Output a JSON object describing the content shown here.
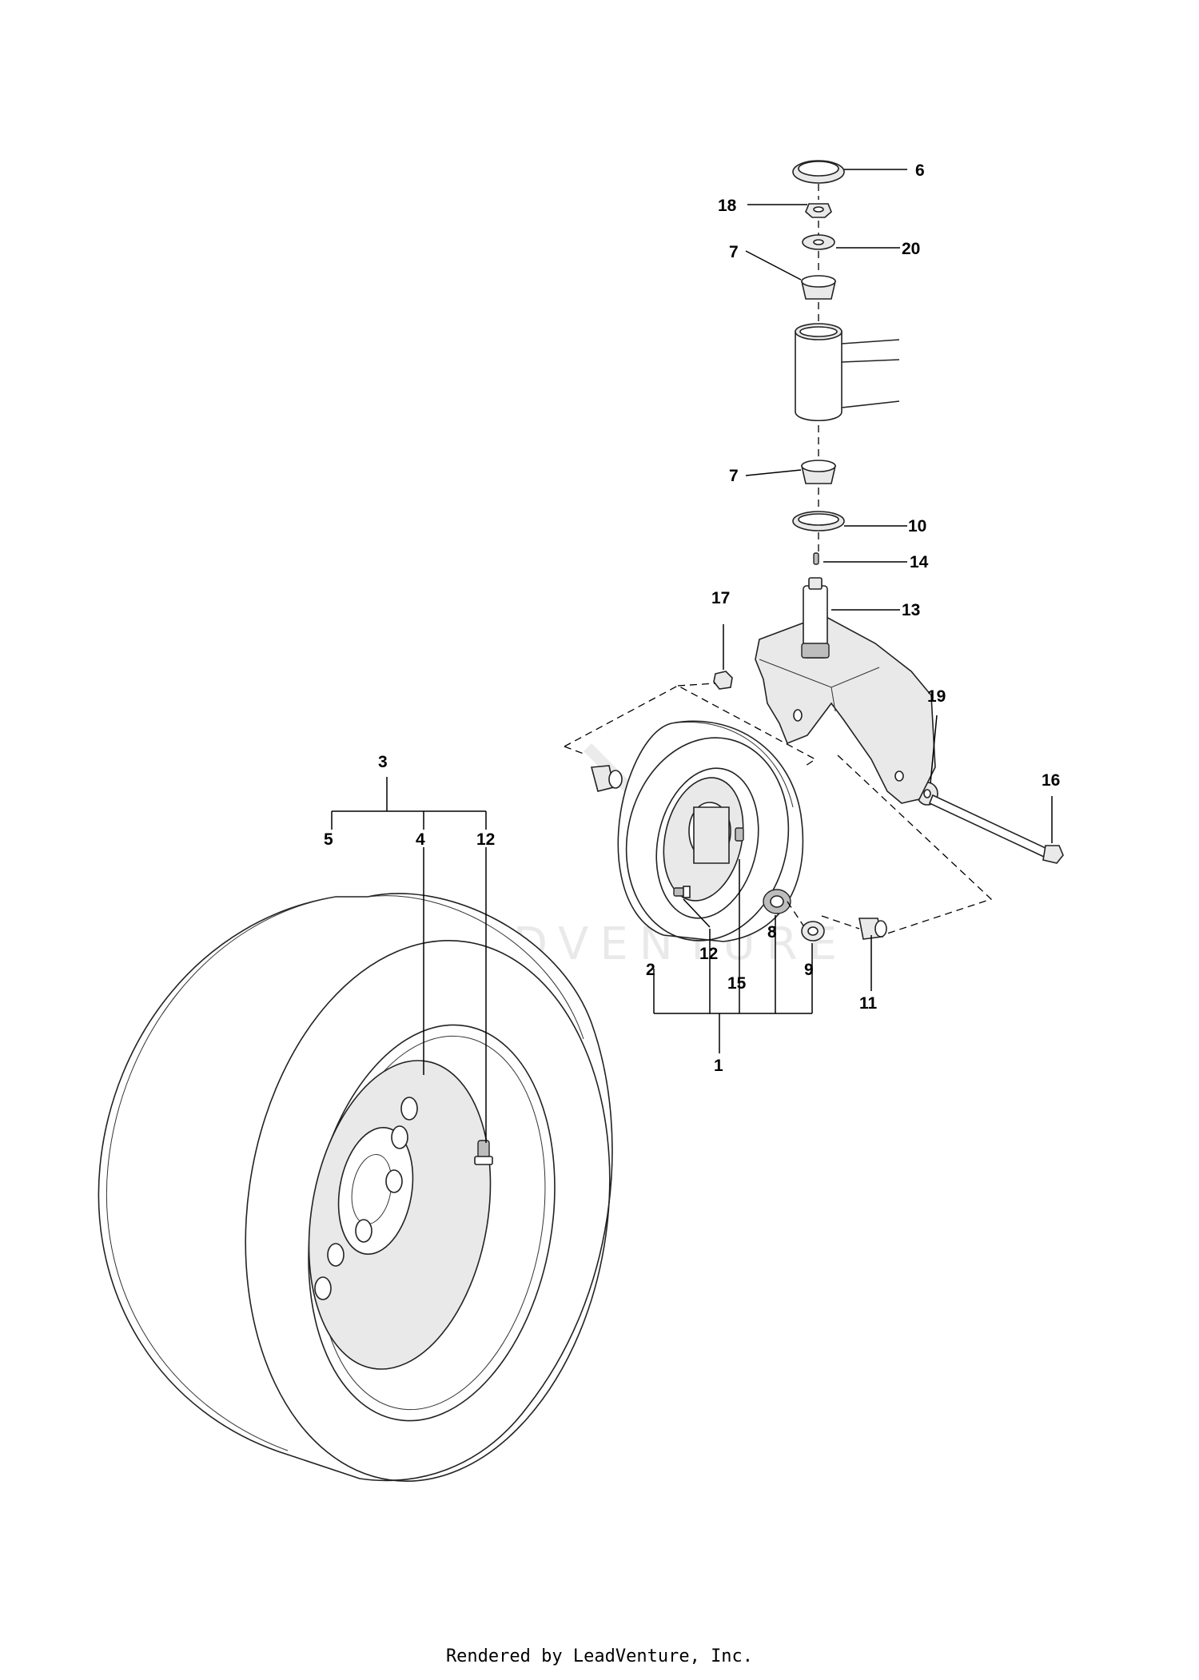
{
  "watermark": "LEADVENTURE",
  "footer": "Rendered by LeadVenture, Inc.",
  "callouts": {
    "c1": "1",
    "c2": "2",
    "c3": "3",
    "c4": "4",
    "c5": "5",
    "c6": "6",
    "c7a": "7",
    "c7b": "7",
    "c8": "8",
    "c9": "9",
    "c10": "10",
    "c11": "11",
    "c12a": "12",
    "c12b": "12",
    "c13": "13",
    "c14": "14",
    "c15": "15",
    "c16": "16",
    "c17": "17",
    "c18": "18",
    "c19": "19",
    "c20": "20"
  }
}
